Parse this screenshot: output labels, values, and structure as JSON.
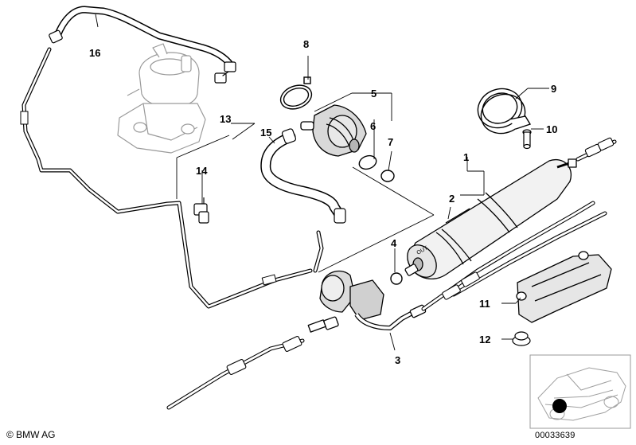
{
  "diagram": {
    "labels": [
      "1",
      "2",
      "3",
      "4",
      "5",
      "6",
      "7",
      "8",
      "9",
      "10",
      "11",
      "12",
      "13",
      "14",
      "15",
      "16"
    ]
  },
  "footer": {
    "copyright": "© BMW AG",
    "image_number": "00033639"
  }
}
